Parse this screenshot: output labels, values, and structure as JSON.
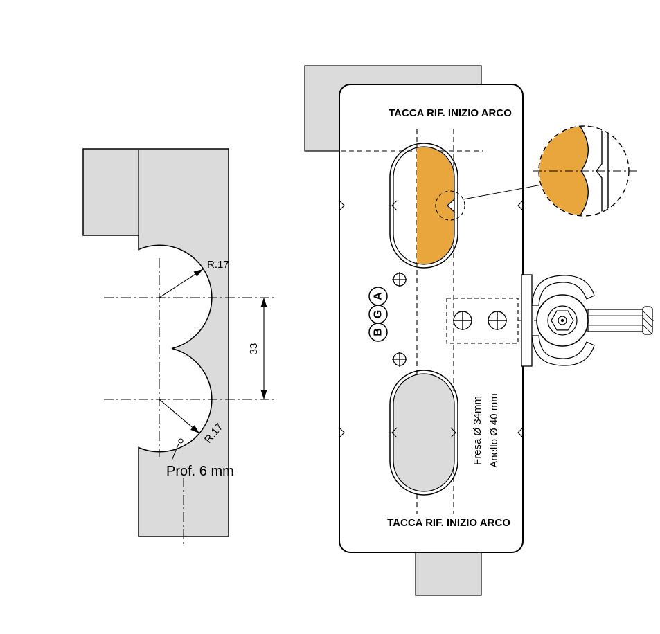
{
  "colors": {
    "accent_orange": "#E9A63C",
    "profile_gray": "#DBDBDB",
    "line_black": "#000000"
  },
  "section_view": {
    "radius_top_label": "R.17",
    "radius_bottom_label": "R.17",
    "spacing_label": "33",
    "depth_label": "Prof. 6 mm"
  },
  "template_view": {
    "top_notch_label": "TACCA RIF. INIZIO ARCO",
    "bottom_notch_label": "TACCA RIF. INIZIO ARCO",
    "fresa_label": "Fresa Ø 34mm",
    "anello_label": "Anello Ø 40 mm",
    "logo": {
      "a": "A",
      "g": "G",
      "b": "B"
    }
  }
}
